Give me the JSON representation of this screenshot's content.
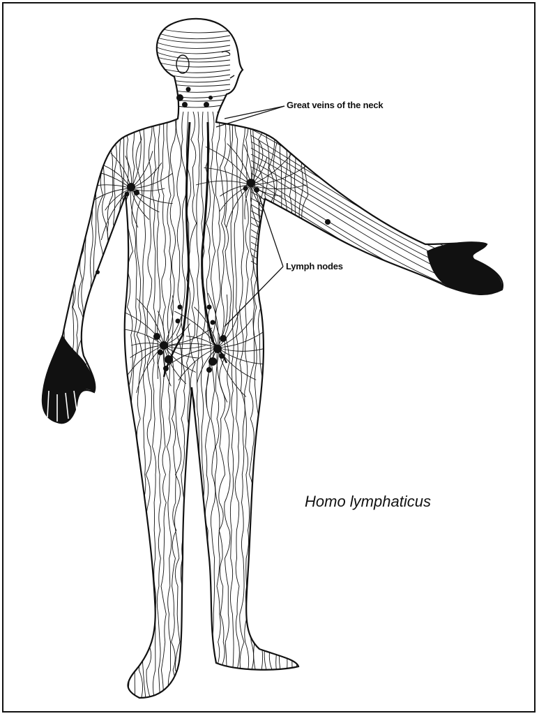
{
  "figure": {
    "caption": "Homo lymphaticus",
    "callouts": {
      "neck_veins": "Great veins of the neck",
      "lymph_nodes": "Lymph nodes"
    }
  },
  "colors": {
    "ink": "#111111",
    "paper": "#ffffff"
  }
}
